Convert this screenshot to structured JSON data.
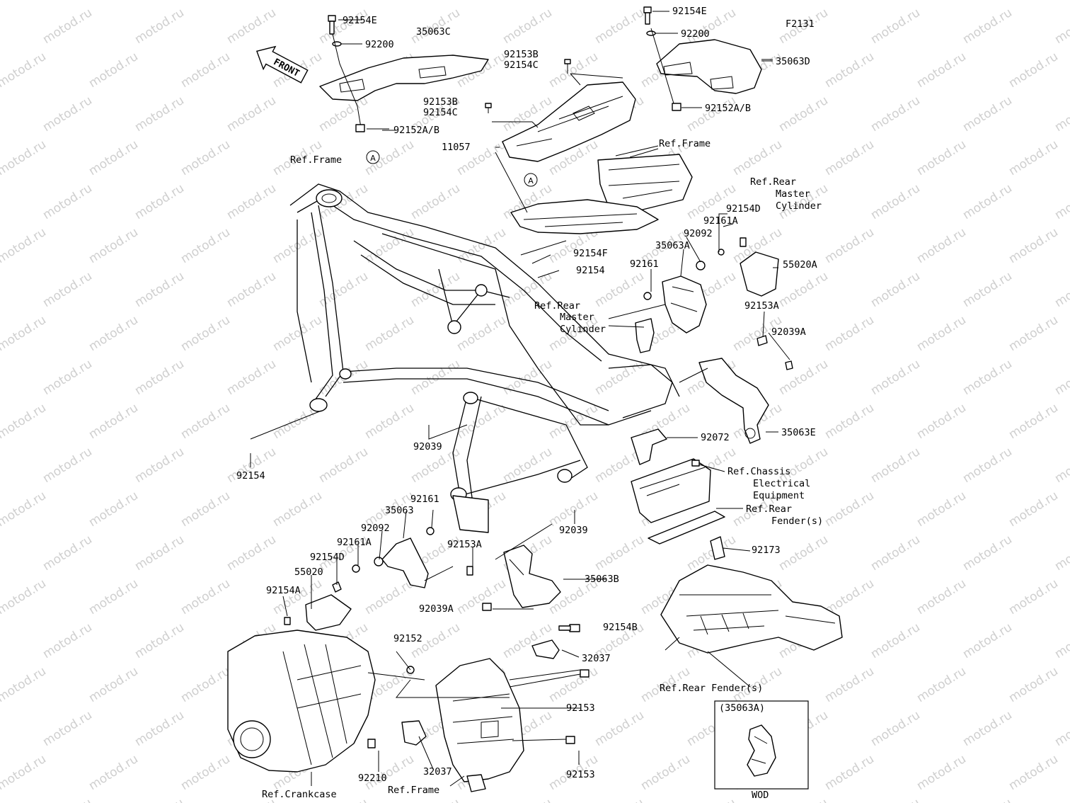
{
  "figure_code": "F2131",
  "front_label": "FRONT",
  "watermark": "motod.ru",
  "callout_marker": "A",
  "inset": {
    "title": "(35063A)",
    "caption": "WOD"
  },
  "labels": {
    "l92154E_left": "92154E",
    "l92200_left": "92200",
    "l35063C": "35063C",
    "l92152AB_left": "92152A/B",
    "l92154E_right": "92154E",
    "l92200_right": "92200",
    "l35063D": "35063D",
    "l92152AB_right": "92152A/B",
    "l92153B_top": "92153B",
    "l92154C_top": "92154C",
    "l92153B_mid": "92153B",
    "l92154C_mid": "92154C",
    "l11057": "11057",
    "l_ref_frame_top": "Ref.Frame",
    "l_ref_frame_left": "Ref.Frame",
    "l_ref_rear_master_1": "Ref.Rear",
    "l_ref_rear_master_2": "Master",
    "l_ref_rear_master_3": "Cylinder",
    "l92154D_right": "92154D",
    "l92161A_right": "92161A",
    "l92092_right": "92092",
    "l35063A": "35063A",
    "l55020A": "55020A",
    "l92154F": "92154F",
    "l92154_mid": "92154",
    "l92161_right": "92161",
    "l_ref_rmc_mid_1": "Ref.Rear",
    "l_ref_rmc_mid_2": "Master",
    "l_ref_rmc_mid_3": "Cylinder",
    "l92153A_right": "92153A",
    "l92039A_right": "92039A",
    "l35063E": "35063E",
    "l92072": "92072",
    "l_ref_chassis_1": "Ref.Chassis",
    "l_ref_chassis_2": "Electrical",
    "l_ref_chassis_3": "Equipment",
    "l_ref_rear_fender_1": "Ref.Rear",
    "l_ref_rear_fender_2": "Fender(s)",
    "l92173": "92173",
    "l92039_left": "92039",
    "l92039_mid": "92039",
    "l92154_left": "92154",
    "l92161_left": "92161",
    "l35063": "35063",
    "l92092_left": "92092",
    "l92161A_left": "92161A",
    "l92154D_left": "92154D",
    "l55020": "55020",
    "l92154A": "92154A",
    "l92153A_left": "92153A",
    "l35063B": "35063B",
    "l92039A_left": "92039A",
    "l92154B": "92154B",
    "l92152": "92152",
    "l32037_top": "32037",
    "l92153_top": "92153",
    "l92210": "92210",
    "l32037_bottom": "32037",
    "l92153_bottom": "92153",
    "l_ref_rear_fender_bottom": "Ref.Rear Fender(s)",
    "l_ref_crankcase": "Ref.Crankcase",
    "l_ref_frame_bottom": "Ref.Frame"
  }
}
